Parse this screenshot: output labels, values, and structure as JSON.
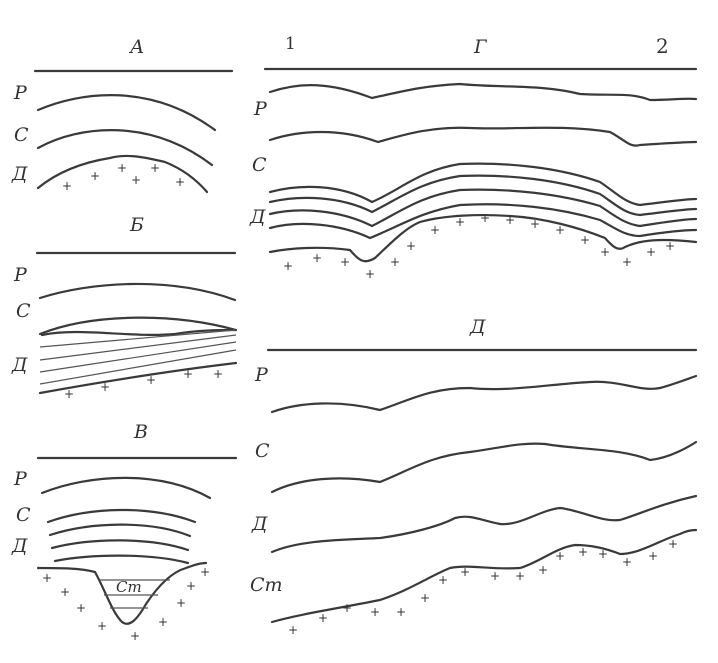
{
  "panels": {
    "a": {
      "title": "А",
      "layers": [
        "Р",
        "С",
        "Д"
      ]
    },
    "b": {
      "title": "Б",
      "layers": [
        "Р",
        "С",
        "Д"
      ]
    },
    "v": {
      "title": "В",
      "layers": [
        "Р",
        "С",
        "Д"
      ],
      "fill_label": "Cm"
    },
    "g": {
      "title": "Г",
      "left_marker": "1",
      "right_marker": "2",
      "layers": [
        "Р",
        "С",
        "Д"
      ]
    },
    "d": {
      "title": "Д",
      "layers": [
        "Р",
        "С",
        "Д",
        "Ст"
      ]
    }
  },
  "basement_symbol": "+"
}
